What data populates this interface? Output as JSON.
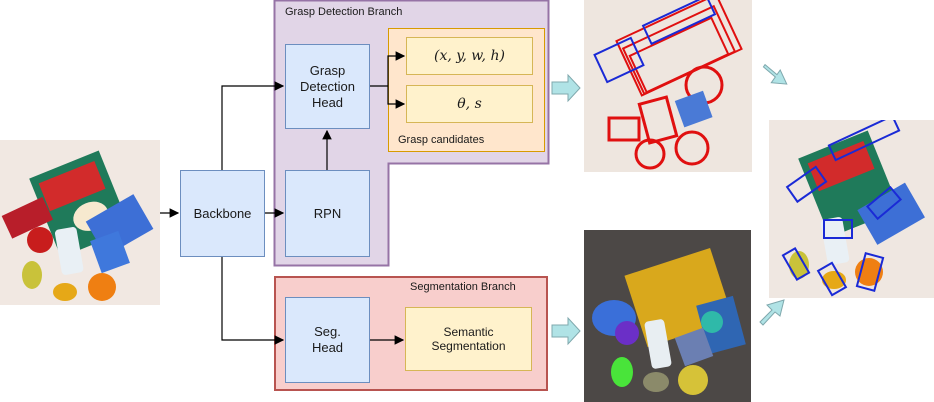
{
  "grasp_branch": {
    "title": "Grasp Detection Branch"
  },
  "segmentation_branch": {
    "title": "Segmentation Branch"
  },
  "nodes": {
    "backbone": "Backbone",
    "grasp_head": "Grasp Detection Head",
    "rpn": "RPN",
    "seg_head": "Seg. Head",
    "semantic_seg": "Semantic Segmentation",
    "grasp_candidates": "Grasp candidates",
    "xywh": "(x, y, w, h)",
    "theta_s": "θ, s"
  },
  "colors": {
    "grasp_branch_fill": "#e1d5e7",
    "grasp_branch_border": "#9673a6",
    "seg_branch_fill": "#f8cecc",
    "seg_branch_border": "#b85450",
    "module_fill": "#dae8fc",
    "candidates_fill": "#ffe6cc",
    "arrow_fill": "#b0e3e6"
  }
}
